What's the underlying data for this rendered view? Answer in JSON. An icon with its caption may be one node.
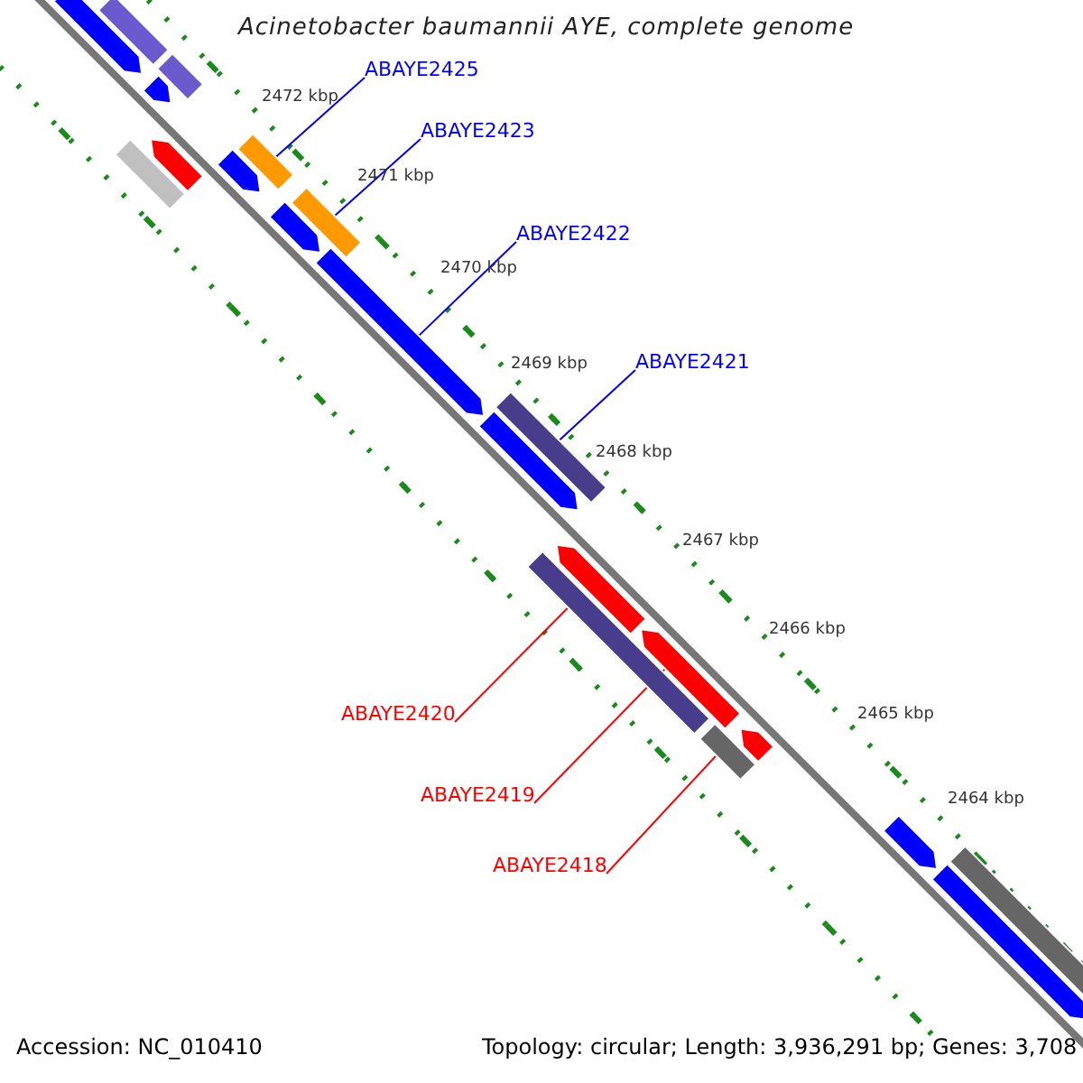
{
  "diagram": {
    "title": "Acinetobacter baumannii AYE, complete genome",
    "nodes": [
      {
        "text": [],
        "shape": "arrow"
      },
      {
        "text": [],
        "shape": "box"
      },
      {
        "text": [],
        "shape": "box"
      },
      {
        "text": [],
        "shape": "arrow"
      },
      {
        "text": [],
        "shape": "box"
      },
      {
        "text": [],
        "shape": "arrow"
      },
      {
        "text": [],
        "shape": "arrow"
      },
      {
        "text": [
          "ABAYE2425"
        ]
      },
      {
        "text": [],
        "shape": "box"
      },
      {
        "text": [],
        "shape": "arrow"
      },
      {
        "text": [
          "ABAYE2423"
        ]
      },
      {
        "text": [],
        "shape": "box"
      },
      {
        "text": [
          "ABAYE2422"
        ]
      },
      {
        "text": [],
        "shape": "arrow"
      },
      {
        "text": [
          "ABAYE2421"
        ]
      },
      {
        "text": [],
        "shape": "box"
      },
      {
        "text": [],
        "shape": "arrow"
      },
      {
        "text": [
          "ABAYE2420"
        ]
      },
      {
        "text": [],
        "shape": "box"
      },
      {
        "text": [],
        "shape": "arrow"
      },
      {
        "text": [
          "ABAYE2419"
        ]
      },
      {
        "text": [],
        "shape": "arrow"
      },
      {
        "text": [],
        "shape": "arrow"
      },
      {
        "text": [
          "ABAYE2418"
        ]
      },
      {
        "text": [],
        "shape": "box"
      },
      {
        "text": [],
        "shape": "arrow"
      },
      {
        "text": [],
        "shape": "arrow"
      },
      {
        "text": [],
        "shape": "box"
      }
    ],
    "edges": [
      {
        "from": 7,
        "to": 8,
        "arrow": "none",
        "color": "#0000ff"
      },
      {
        "from": 10,
        "to": 11,
        "arrow": "none",
        "color": "#0000ff"
      },
      {
        "from": 12,
        "to": 13,
        "arrow": "none",
        "color": "#0000ff"
      },
      {
        "from": 14,
        "to": 15,
        "arrow": "none",
        "color": "#0000ff"
      },
      {
        "from": 17,
        "to": 18,
        "arrow": "none",
        "color": "#ff0000"
      },
      {
        "from": 20,
        "to": 21,
        "arrow": "none",
        "color": "#ff0000"
      },
      {
        "from": 23,
        "to": 24,
        "arrow": "none",
        "color": "#ff0000"
      }
    ],
    "labels": [
      "2472 kbp",
      "2471 kbp",
      "2470 kbp",
      "2469 kbp",
      "2468 kbp",
      "2467 kbp",
      "2466 kbp",
      "2465 kbp",
      "2464 kbp",
      "Accession: NC_010410",
      "Topology: circular; Length: 3,936,291 bp; Genes: 3,708"
    ]
  }
}
